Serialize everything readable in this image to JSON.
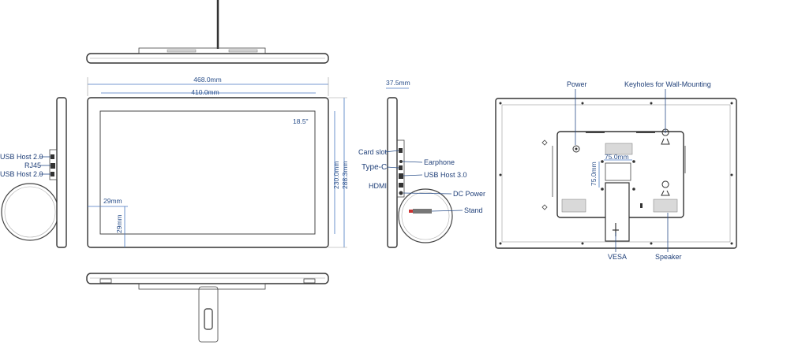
{
  "dimensions": {
    "outer_width": "468.0mm",
    "screen_width": "410.0mm",
    "diagonal": "18.5\"",
    "screen_height": "230.0mm",
    "outer_height": "288.3mm",
    "bezel_side": "29mm",
    "bezel_bottom": "29mm",
    "depth": "37.5mm",
    "vesa_h": "75.0mm",
    "vesa_v": "75.0mm"
  },
  "ports_left": {
    "usb_host_1": "USB Host 2.0",
    "rj45": "RJ45",
    "usb_host_2": "USB Host 2.0"
  },
  "ports_side": {
    "card_slot": "Card slot",
    "type_c": "Type-C",
    "hdmi": "HDMI",
    "earphone": "Earphone",
    "usb_host_3": "USB Host 3.0",
    "dc_power": "DC Power",
    "stand": "Stand"
  },
  "back_labels": {
    "power": "Power",
    "keyholes": "Keyholes for Wall-Mounting",
    "vesa": "VESA",
    "speaker": "Speaker"
  }
}
